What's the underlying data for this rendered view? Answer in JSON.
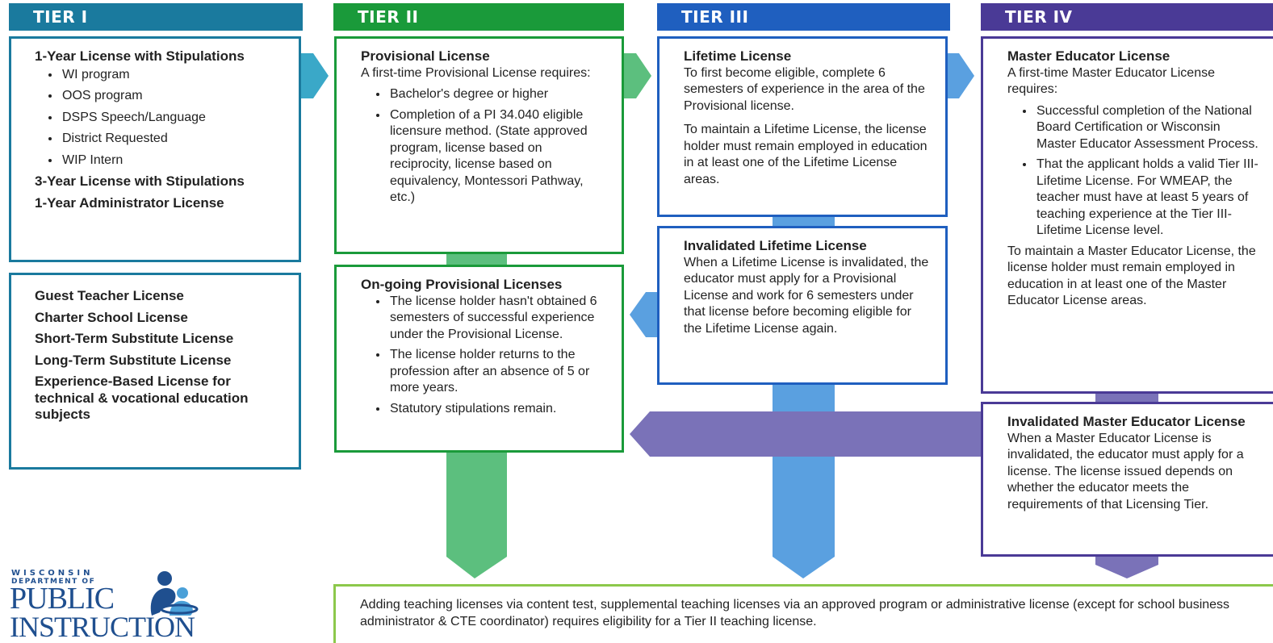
{
  "colors": {
    "tier1": "#1a7a9e",
    "tier1_arrow": "#3aa8c8",
    "tier2": "#1a9a3a",
    "tier2_arrow": "#5cbf7e",
    "tier3": "#1f5fbf",
    "tier3_arrow": "#5aa0e0",
    "tier4": "#4a3a96",
    "tier4_arrow": "#7a72b8",
    "bottom_border": "#8cc84b",
    "logo": "#1f4f8f"
  },
  "headers": {
    "tier1": "TIER I",
    "tier2": "TIER II",
    "tier3": "TIER III",
    "tier4": "TIER IV"
  },
  "tier1": {
    "box1": {
      "title": "1-Year License with Stipulations",
      "items": [
        "WI program",
        "OOS program",
        "DSPS Speech/Language",
        "District Requested",
        "WIP Intern"
      ],
      "line2": "3-Year License with Stipulations",
      "line3": "1-Year Administrator License"
    },
    "box2": {
      "lines": [
        "Guest Teacher License",
        "Charter School License",
        "Short-Term Substitute License",
        "Long-Term Substitute License",
        "Experience-Based License for technical & vocational education subjects"
      ]
    }
  },
  "tier2": {
    "box1": {
      "title": "Provisional License",
      "intro": "A first-time Provisional License requires:",
      "items": [
        "Bachelor's degree or higher",
        "Completion of a PI 34.040 eligible licensure method. (State approved program, license based on reciprocity, license based on equivalency, Montessori Pathway, etc.)"
      ]
    },
    "box2": {
      "title": "On-going Provisional Licenses",
      "items": [
        "The license holder hasn't obtained 6 semesters of successful experience under the Provisional License.",
        "The license holder returns to the profession after an absence of 5 or more years.",
        "Statutory stipulations remain."
      ]
    }
  },
  "tier3": {
    "box1": {
      "title": "Lifetime License",
      "para1": "To first become eligible, complete 6 semesters of experience in the area of the Provisional license.",
      "para2": "To maintain a Lifetime License, the license holder must remain employed in education in at least one of the Lifetime License areas."
    },
    "box2": {
      "title": "Invalidated Lifetime License",
      "para1": "When a Lifetime License is invalidated, the educator must apply for a Provisional License and work for 6 semesters under that license before becoming eligible for the Lifetime License again."
    }
  },
  "tier4": {
    "box1": {
      "title": "Master Educator License",
      "intro": "A first-time Master Educator License requires:",
      "items": [
        "Successful completion of the National Board Certification or Wisconsin Master Educator Assessment Process.",
        "That the applicant holds a valid Tier III-Lifetime License. For WMEAP, the teacher must have at least 5 years of teaching experience at the Tier III-Lifetime License level."
      ],
      "para2": "To maintain a Master Educator License, the license holder must remain employed in education in at least one of the Master Educator License areas."
    },
    "box2": {
      "title": "Invalidated Master Educator License",
      "para1": "When a Master Educator License is invalidated, the educator must apply for a license. The license issued depends on whether the educator meets the requirements of that Licensing Tier."
    }
  },
  "bottom_note": "Adding teaching licenses via content test, supplemental teaching licenses via an approved program or administrative license (except for school business administrator & CTE coordinator) requires eligibility for a Tier II teaching license.",
  "logo": {
    "line1": "WISCONSIN",
    "line2": "DEPARTMENT OF",
    "line3": "PUBLIC",
    "line4": "INSTRUCTION",
    "icon": "parent-child-icon"
  }
}
